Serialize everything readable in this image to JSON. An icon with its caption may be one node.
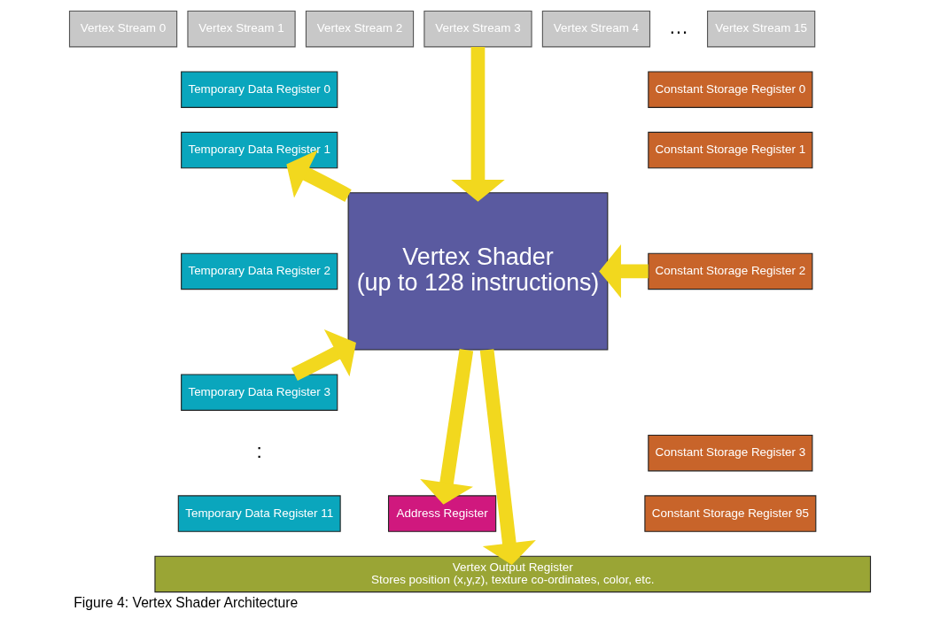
{
  "diagram": {
    "caption": "Figure 4: Vertex Shader Architecture",
    "nodes": [
      {
        "text": [
          "Vertex Stream 0"
        ]
      },
      {
        "text": [
          "Vertex Stream 1"
        ]
      },
      {
        "text": [
          "Vertex Stream 2"
        ]
      },
      {
        "text": [
          "Vertex Stream 3"
        ]
      },
      {
        "text": [
          "Vertex Stream 4"
        ]
      },
      {
        "text": [
          "Vertex Stream 15"
        ]
      },
      {
        "text": [
          "Temporary Data Register 0"
        ]
      },
      {
        "text": [
          "Temporary Data Register 1"
        ]
      },
      {
        "text": [
          "Temporary Data Register 2"
        ]
      },
      {
        "text": [
          "Temporary Data Register 3"
        ]
      },
      {
        "text": [
          "Temporary Data Register 11"
        ]
      },
      {
        "text": [
          "Vertex Shader",
          "(up to 128 instructions)"
        ]
      },
      {
        "text": [
          "Constant Storage Register 0"
        ]
      },
      {
        "text": [
          "Constant Storage Register 1"
        ]
      },
      {
        "text": [
          "Constant Storage Register 2"
        ]
      },
      {
        "text": [
          "Constant Storage Register 3"
        ]
      },
      {
        "text": [
          "Constant Storage Register 95"
        ]
      },
      {
        "text": [
          "Address Register"
        ]
      },
      {
        "text": [
          "Vertex Output Register",
          "Stores position (x,y,z), texture co-ordinates, color, etc."
        ]
      }
    ],
    "edges": [
      {
        "from": 3,
        "to": 11,
        "arrow": "to"
      },
      {
        "from": 11,
        "to": 7,
        "arrow": "to"
      },
      {
        "from": 9,
        "to": 11,
        "arrow": "to"
      },
      {
        "from": 14,
        "to": 11,
        "arrow": "to"
      },
      {
        "from": 11,
        "to": 17,
        "arrow": "to"
      },
      {
        "from": 11,
        "to": 18,
        "arrow": "to"
      }
    ],
    "labels": [
      "…",
      ":"
    ]
  }
}
